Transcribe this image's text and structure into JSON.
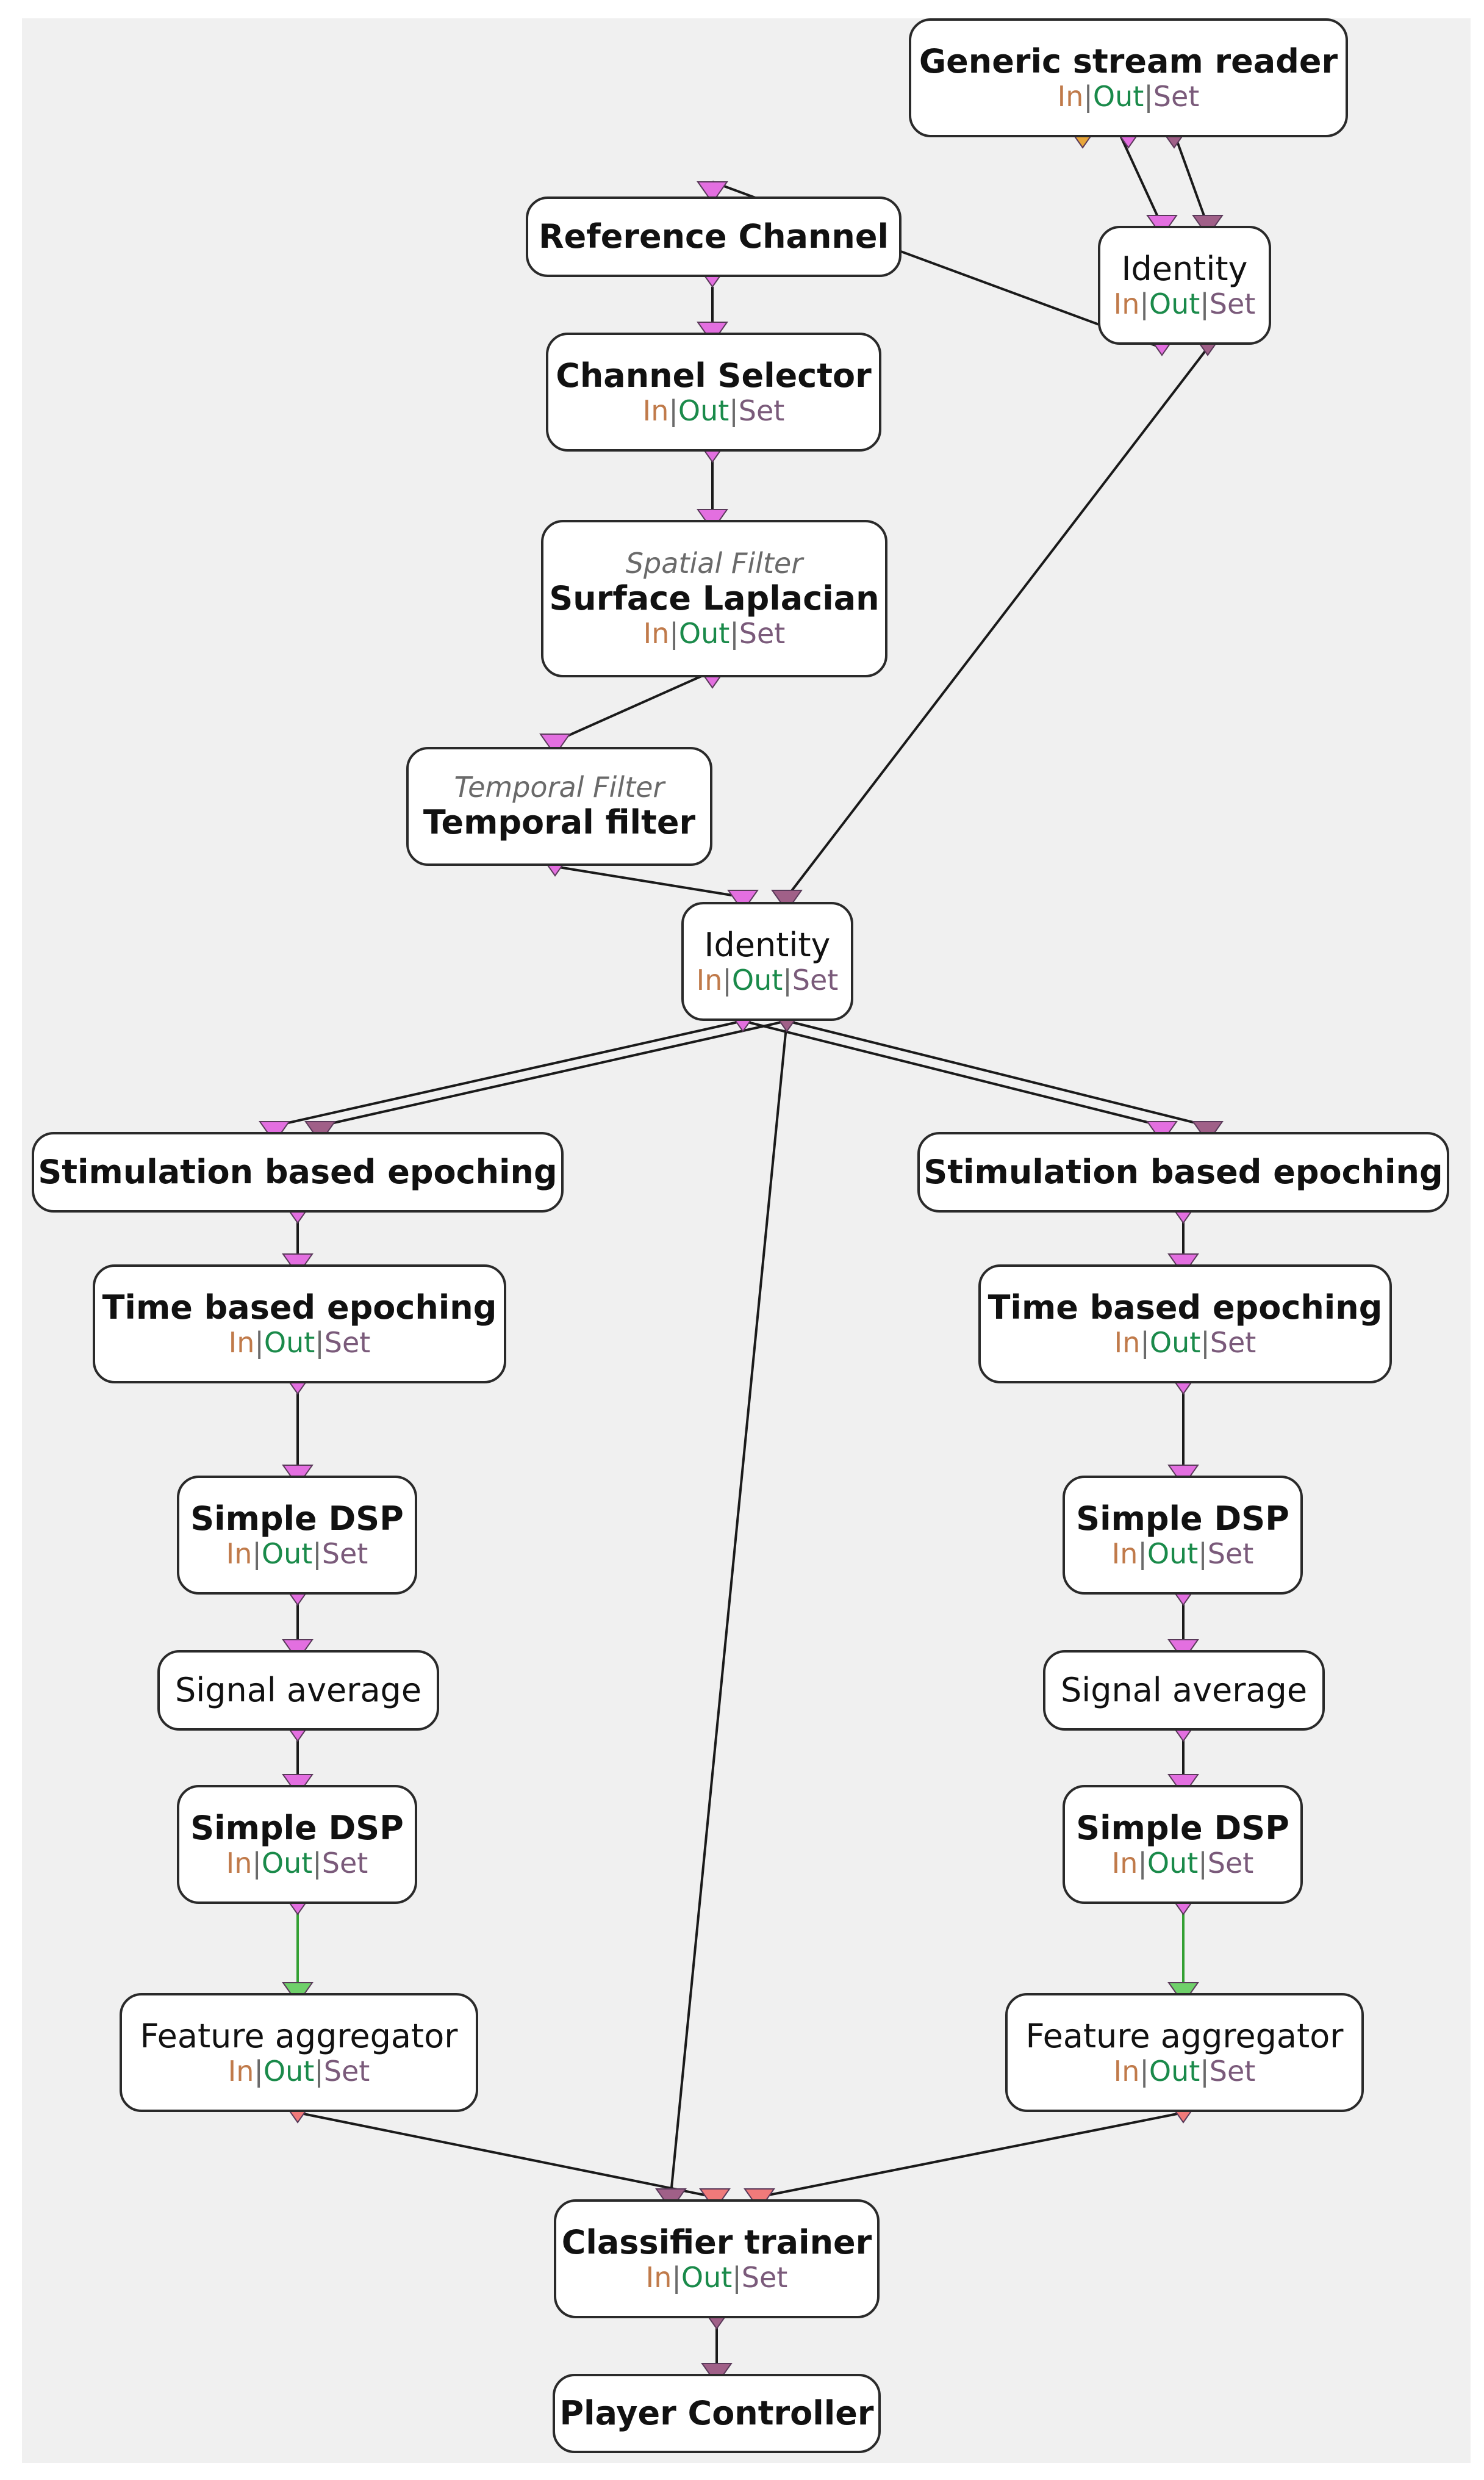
{
  "io": {
    "in": "In",
    "sep": "|",
    "out": "Out",
    "set": "Set"
  },
  "colors": {
    "canvas": "#f0f0f0",
    "box_border": "#2a2a2a",
    "wire": "#1a1a1a",
    "wire_green": "#33a033",
    "connector_pink": "#e36fe0",
    "connector_mauve": "#a06088",
    "connector_orange": "#e8a63a",
    "connector_green": "#6fd06a",
    "connector_salmon": "#f07a7a"
  },
  "boxes": [
    {
      "id": "generic-stream-reader",
      "title": "Generic stream reader",
      "bold": true,
      "io": true
    },
    {
      "id": "reference-channel",
      "title": "Reference Channel",
      "bold": true,
      "io": false
    },
    {
      "id": "identity-top",
      "title": "Identity",
      "bold": false,
      "io": true
    },
    {
      "id": "channel-selector",
      "title": "Channel Selector",
      "bold": true,
      "io": true
    },
    {
      "id": "surface-laplacian",
      "subtitle": "Spatial Filter",
      "title": "Surface Laplacian",
      "bold": true,
      "io": true
    },
    {
      "id": "temporal-filter",
      "subtitle": "Temporal Filter",
      "title": "Temporal filter",
      "bold": true,
      "io": false
    },
    {
      "id": "identity-mid",
      "title": "Identity",
      "bold": false,
      "io": true
    },
    {
      "id": "stim-epoching-left",
      "title": "Stimulation based epoching",
      "bold": true,
      "io": false
    },
    {
      "id": "stim-epoching-right",
      "title": "Stimulation based epoching",
      "bold": true,
      "io": false
    },
    {
      "id": "time-epoching-left",
      "title": "Time based epoching",
      "bold": true,
      "io": true
    },
    {
      "id": "time-epoching-right",
      "title": "Time based epoching",
      "bold": true,
      "io": true
    },
    {
      "id": "simple-dsp-left-1",
      "title": "Simple DSP",
      "bold": true,
      "io": true
    },
    {
      "id": "simple-dsp-right-1",
      "title": "Simple DSP",
      "bold": true,
      "io": true
    },
    {
      "id": "signal-average-left",
      "title": "Signal average",
      "bold": false,
      "io": false
    },
    {
      "id": "signal-average-right",
      "title": "Signal average",
      "bold": false,
      "io": false
    },
    {
      "id": "simple-dsp-left-2",
      "title": "Simple DSP",
      "bold": true,
      "io": true
    },
    {
      "id": "simple-dsp-right-2",
      "title": "Simple DSP",
      "bold": true,
      "io": true
    },
    {
      "id": "feature-aggregator-left",
      "title": "Feature aggregator",
      "bold": false,
      "io": true
    },
    {
      "id": "feature-aggregator-right",
      "title": "Feature aggregator",
      "bold": false,
      "io": true
    },
    {
      "id": "classifier-trainer",
      "title": "Classifier trainer",
      "bold": true,
      "io": true
    },
    {
      "id": "player-controller",
      "title": "Player Controller",
      "bold": true,
      "io": false
    }
  ]
}
